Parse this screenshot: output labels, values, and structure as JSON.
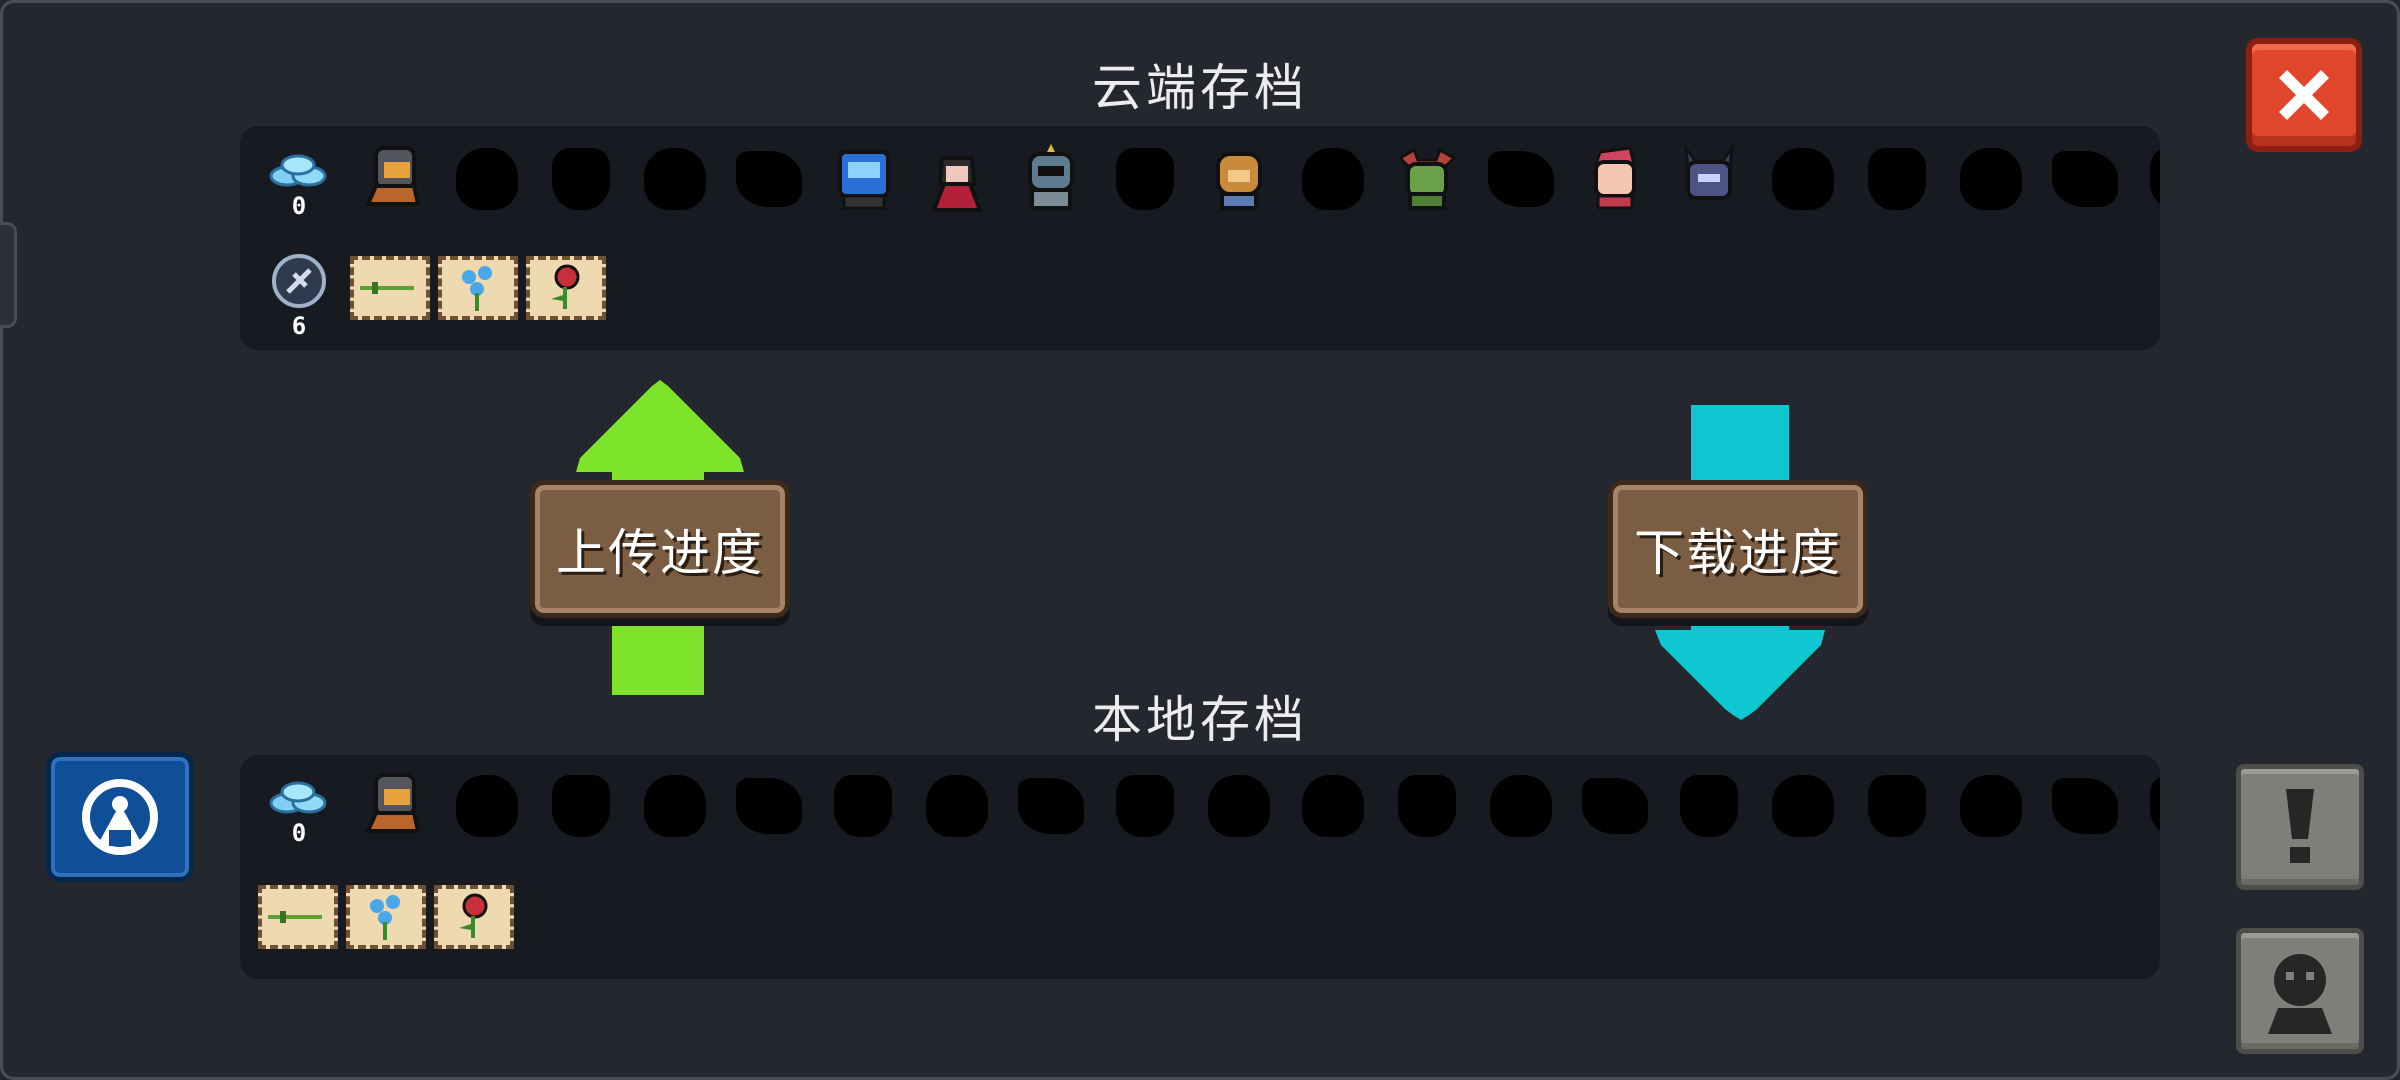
{
  "cloud_save": {
    "title": "云端存档",
    "gems_count": "0",
    "materials_count": "6",
    "characters": [
      "rogue",
      "locked",
      "locked",
      "locked",
      "locked",
      "robot",
      "vampire",
      "paladin",
      "locked",
      "werewolf",
      "locked",
      "druid",
      "locked",
      "berserker",
      "demon",
      "locked",
      "locked",
      "locked",
      "locked",
      "locked"
    ],
    "weapons": [
      "sword",
      "blue-flower",
      "red-flower"
    ]
  },
  "local_save": {
    "title": "本地存档",
    "gems_count": "0",
    "characters": [
      "rogue",
      "locked",
      "locked",
      "locked",
      "locked",
      "locked",
      "locked",
      "locked",
      "locked",
      "locked",
      "locked",
      "locked",
      "locked",
      "locked",
      "locked",
      "locked",
      "locked",
      "locked",
      "locked",
      "locked"
    ],
    "weapons": [
      "sword",
      "blue-flower",
      "red-flower"
    ]
  },
  "buttons": {
    "upload_label": "上传进度",
    "download_label": "下载进度"
  },
  "colors": {
    "upload_arrow": "#7ee32b",
    "download_arrow": "#0ec7d0",
    "close_button": "#e0462c",
    "blue_button": "#0e4f98"
  },
  "icons": {
    "close": "close-x-icon",
    "account": "taptap-account-icon",
    "notice": "exclamation-icon",
    "profile": "user-silhouette-icon",
    "gems": "gems-icon",
    "materials": "material-icon"
  }
}
